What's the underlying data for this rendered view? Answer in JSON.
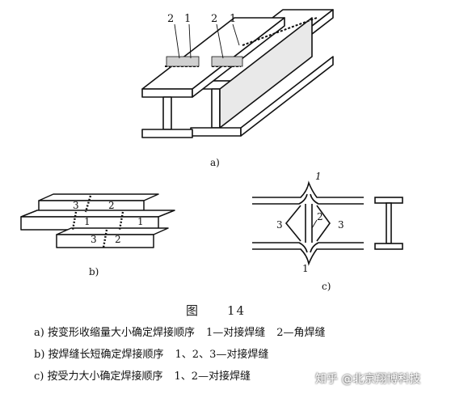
{
  "figure_a": {
    "label": "a)",
    "callouts": [
      "2",
      "1",
      "2",
      "1"
    ]
  },
  "figure_b": {
    "label": "b)",
    "callouts": [
      "3",
      "2",
      "1",
      "1",
      "3",
      "2"
    ]
  },
  "figure_c": {
    "label": "c)",
    "callouts": [
      "1",
      "2",
      "3",
      "3",
      "1"
    ]
  },
  "title": {
    "word": "图",
    "number": "14"
  },
  "captions": [
    {
      "lead": "a) 按变形收缩量大小确定焊接顺序",
      "part1": "1—对接焊缝",
      "part2": "2—角焊缝"
    },
    {
      "lead": "b) 按焊缝长短确定焊接顺序",
      "part1": "1、2、3—对接焊缝",
      "part2": ""
    },
    {
      "lead": "c) 按受力大小确定焊接顺序",
      "part1": "1、2—对接焊缝",
      "part2": ""
    }
  ],
  "watermark": "知乎 @北京翔博科技"
}
